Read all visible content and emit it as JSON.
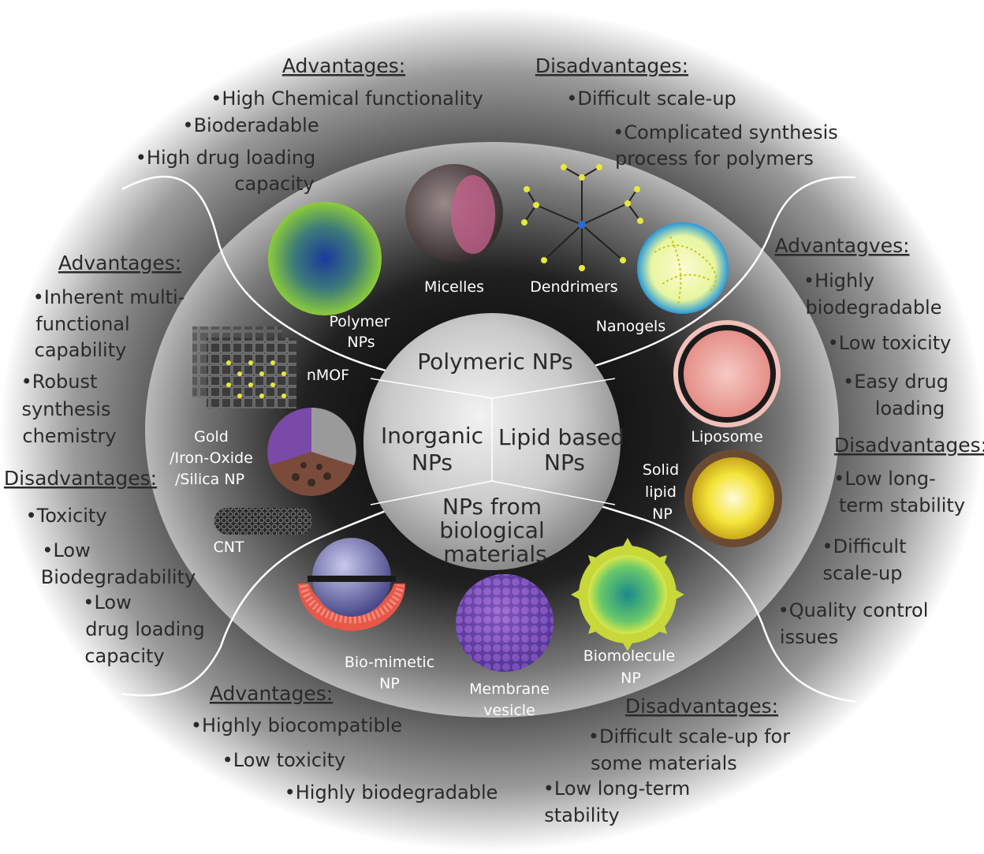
{
  "center": {
    "polymeric": "Polymeric NPs",
    "inorganic": [
      "Inorganic",
      "NPs"
    ],
    "lipid": [
      "Lipid based",
      "NPs"
    ],
    "biological": [
      "NPs from",
      "biological",
      "materials"
    ]
  },
  "particles": {
    "polymer_np": [
      "Polymer",
      "NPs"
    ],
    "micelles": "Micelles",
    "dendrimers": "Dendrimers",
    "nanogels": "Nanogels",
    "nmof": "nMOF",
    "gold": [
      "Gold",
      "/Iron-Oxide",
      "/Silica NP"
    ],
    "cnt": "CNT",
    "liposome": "Liposome",
    "solid_lipid": [
      "Solid",
      "lipid",
      "NP"
    ],
    "biomimetic": [
      "Bio-mimetic",
      "NP"
    ],
    "membrane": [
      "Membrane",
      "vesicle"
    ],
    "biomolecule": [
      "Biomolecule",
      "NP"
    ]
  },
  "polymeric_side": {
    "adv_heading": "Advantages:",
    "adv": [
      "•High Chemical functionality",
      "•Bioderadable",
      "•High drug loading",
      "capacity"
    ],
    "dis_heading": "Disadvantages:",
    "dis": [
      "•Difficult scale-up",
      "•Complicated synthesis",
      "process for polymers"
    ]
  },
  "inorganic_side": {
    "adv_heading": "Advantages:",
    "adv": [
      "•Inherent multi-",
      "functional",
      "capability",
      "•Robust",
      "synthesis",
      "chemistry"
    ],
    "dis_heading": "Disadvantages:",
    "dis": [
      "•Toxicity",
      "•Low",
      "Biodegradability",
      "•Low",
      "drug loading",
      "capacity"
    ]
  },
  "lipid_side": {
    "adv_heading": "Advantagves:",
    "adv": [
      "•Highly",
      "biodegradable",
      "•Low toxicity",
      "•Easy drug",
      "loading"
    ],
    "dis_heading": "Disadvantages:",
    "dis": [
      "•Low long-",
      "term stability",
      "•Difficult",
      "scale-up",
      "•Quality control",
      "issues"
    ]
  },
  "biological_side": {
    "adv_heading": "Advantages:",
    "adv": [
      "•Highly biocompatible",
      "•Low toxicity",
      "•Highly biodegradable"
    ],
    "dis_heading": "Disadvantages:",
    "dis": [
      "•Difficult scale-up for",
      "some materials",
      "•Low long-term",
      "stability"
    ]
  },
  "colors": {
    "outer_light": "#f4f4f4",
    "outer_dark": "#5a5a5a",
    "inner_dark": "#121212",
    "center_sphere": "#d0d0d0"
  }
}
